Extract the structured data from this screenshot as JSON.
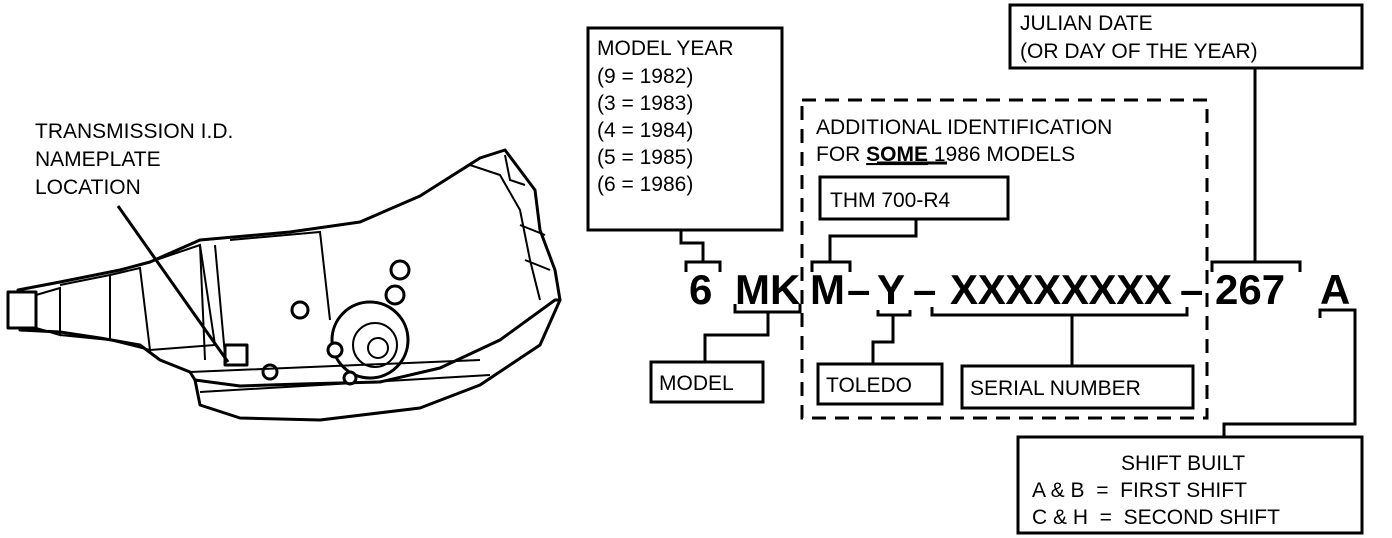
{
  "nameplate_label": [
    "TRANSMISSION I.D.",
    "NAMEPLATE",
    "LOCATION"
  ],
  "model_year": {
    "title": "MODEL YEAR",
    "entries": [
      "(9 = 1982)",
      "(3 = 1983)",
      "(4 = 1984)",
      "(5 = 1985)",
      "(6 = 1986)"
    ]
  },
  "julian_date": [
    "JULIAN DATE",
    "(OR DAY OF THE YEAR)"
  ],
  "additional": {
    "line1": "ADDITIONAL IDENTIFICATION",
    "line2_prefix": "FOR ",
    "line2_emphasis": "SOME",
    "line2_suffix": " 1986 MODELS"
  },
  "code": {
    "year": "6",
    "model": "MK",
    "trans": "M",
    "plant": "Y",
    "serial": "XXXXXXXX",
    "julian": "267",
    "shift": "A",
    "dash": "–"
  },
  "labels": {
    "thm": "THM 700-R4",
    "model": "MODEL",
    "toledo": "TOLEDO",
    "serial": "SERIAL NUMBER"
  },
  "shift_built": {
    "title": "SHIFT BUILT",
    "lines": [
      "A & B  =  FIRST SHIFT",
      "C & H  =  SECOND SHIFT"
    ]
  }
}
